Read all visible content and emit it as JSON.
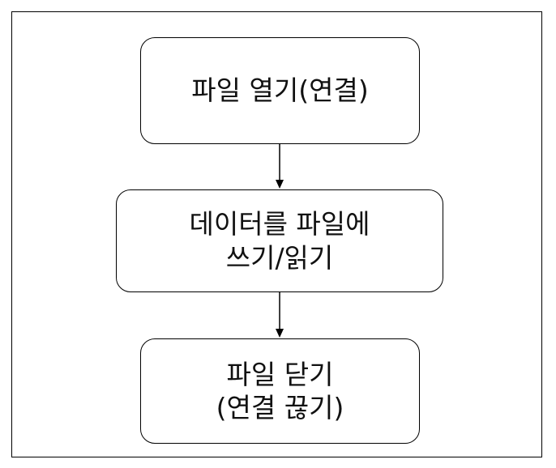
{
  "steps": [
    {
      "lines": [
        "파일 열기(연결)"
      ]
    },
    {
      "lines": [
        "데이터를 파일에",
        "쓰기/읽기"
      ]
    },
    {
      "lines": [
        "파일 닫기",
        "(연결 끊기)"
      ]
    }
  ]
}
